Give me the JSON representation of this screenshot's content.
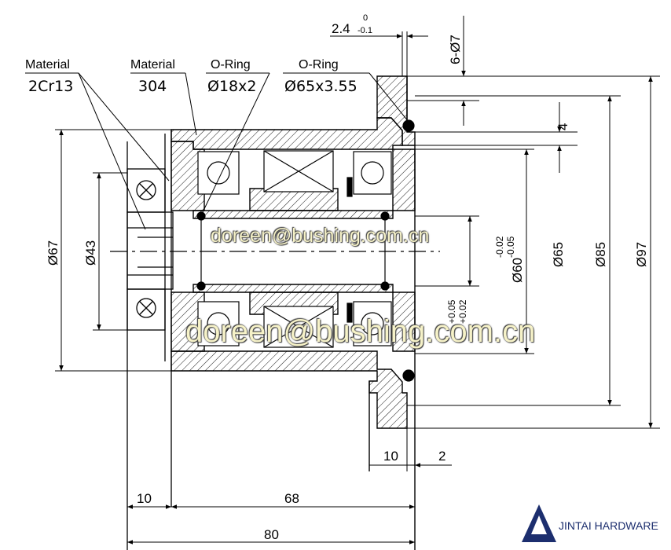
{
  "callouts": [
    {
      "title": "Material",
      "value": "2Cr13"
    },
    {
      "title": "Material",
      "value": "304"
    },
    {
      "title": "O-Ring",
      "value": "Ø18x2"
    },
    {
      "title": "O-Ring",
      "value": "Ø65x3.55"
    }
  ],
  "dimensions": {
    "top_width": "2.4",
    "top_tol_upper": "0",
    "top_tol_lower": "-0.1",
    "holes": "6-Ø7",
    "flange_gap": "4",
    "d67": "Ø67",
    "d43": "Ø43",
    "d60": "Ø60",
    "d60_tol_upper": "-0.02",
    "d60_tol_lower": "-0.05",
    "d65": "Ø65",
    "d85": "Ø85",
    "d97": "Ø97",
    "inner_tol_upper": "+0.05",
    "inner_tol_lower": "+0.02",
    "w10_flange": "10",
    "w2": "2",
    "w10_left": "10",
    "w68": "68",
    "w80": "80"
  },
  "watermark": {
    "small": "doreen@bushing.com.cn",
    "large": "doreen@bushing.com.cn"
  },
  "logo": {
    "text": "JINTAI HARDWARE",
    "accent": "#1c2e6e"
  }
}
